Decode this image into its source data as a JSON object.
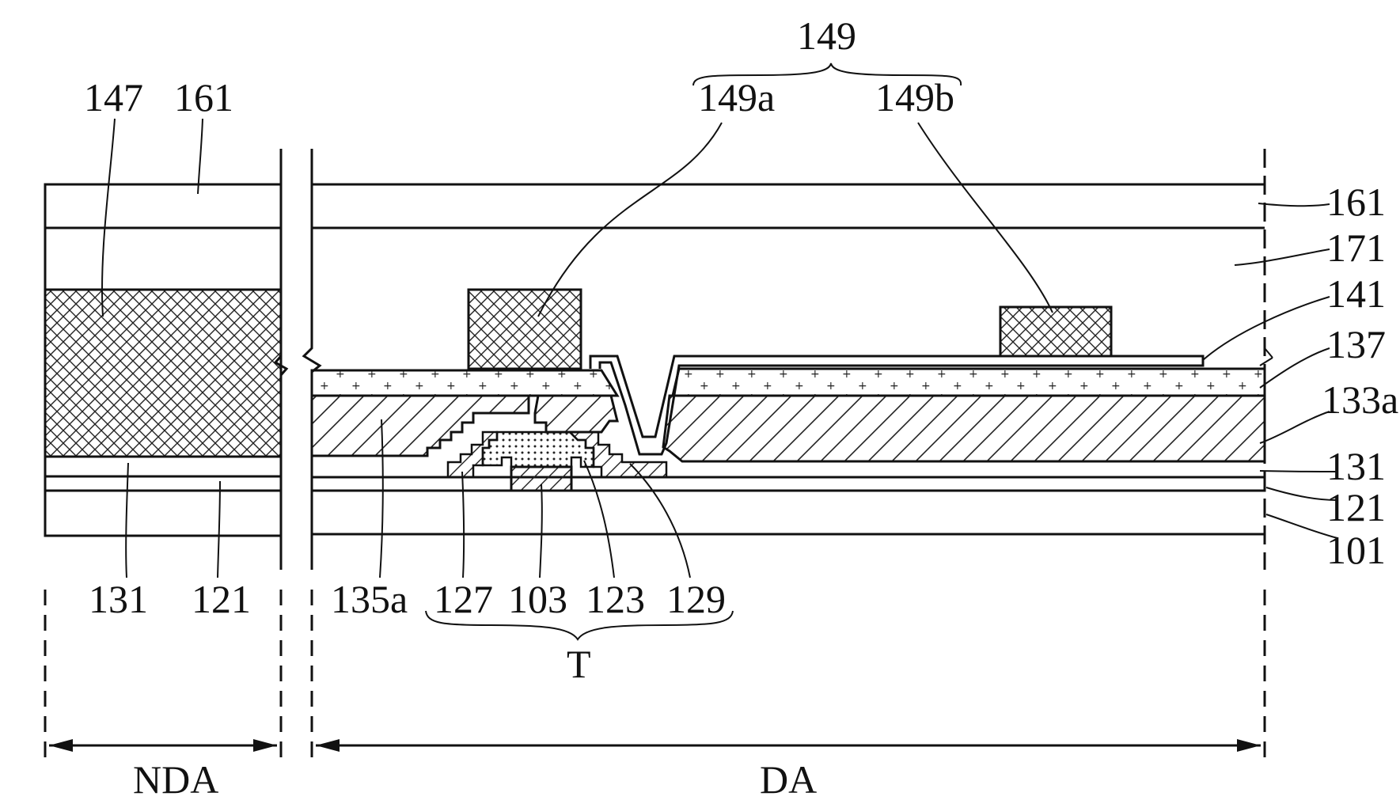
{
  "labels": {
    "l149": "149",
    "l149a": "149a",
    "l149b": "149b",
    "l147": "147",
    "l161_top": "161",
    "l161": "161",
    "l171": "171",
    "l141": "141",
    "l137": "137",
    "l133a": "133a",
    "l131": "131",
    "l121": "121",
    "l101": "101",
    "l131_b": "131",
    "l121_b": "121",
    "l135a": "135a",
    "l127": "127",
    "l103": "103",
    "l123": "123",
    "l129": "129",
    "lT": "T",
    "lNDA": "NDA",
    "lDA": "DA"
  }
}
